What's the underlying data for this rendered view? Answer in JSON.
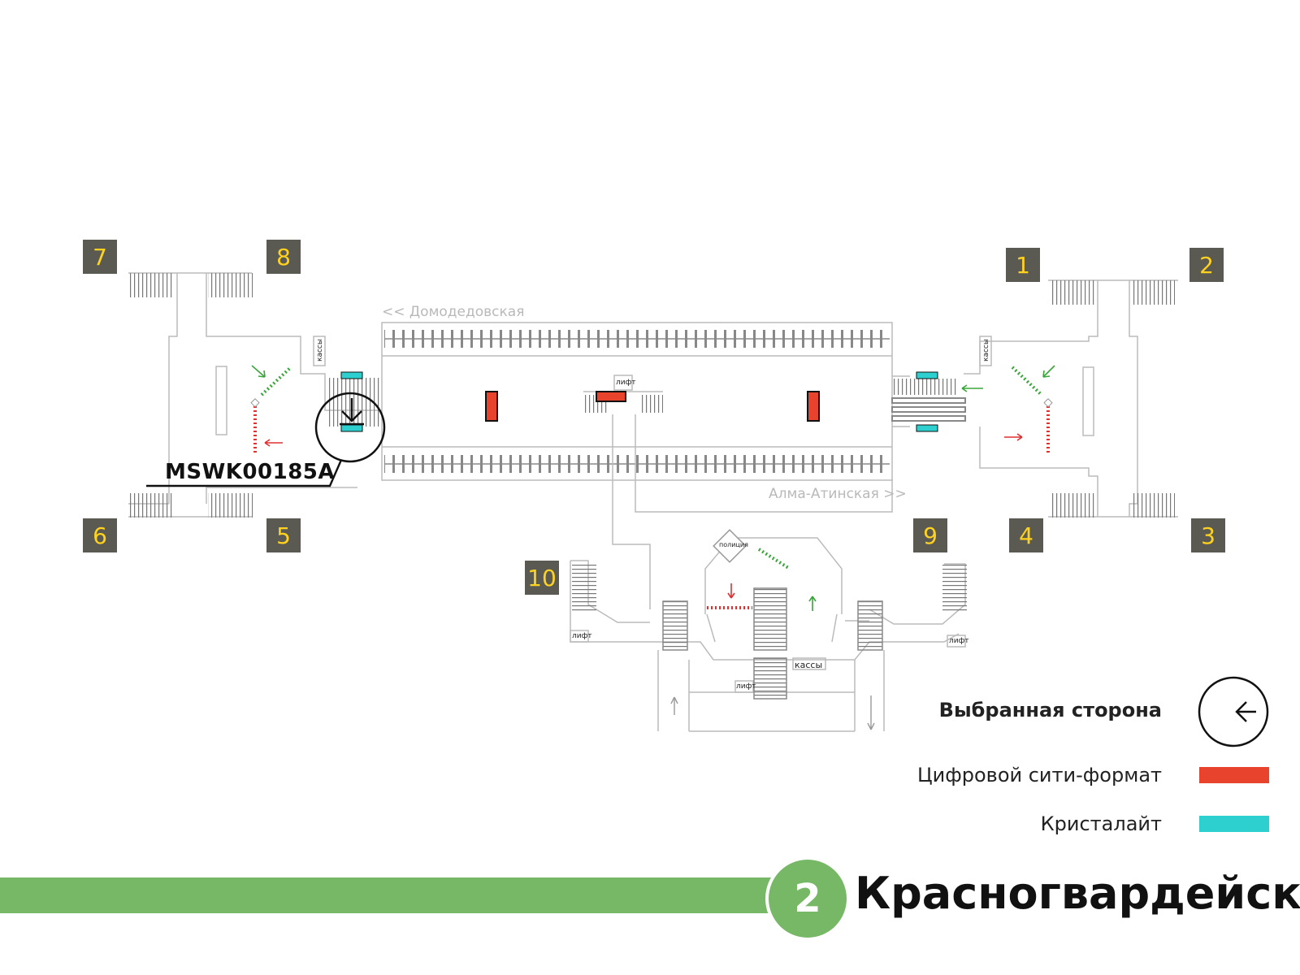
{
  "station": {
    "name": "Красногвардейская",
    "line_number": "2",
    "line_color": "#77b866"
  },
  "directions": {
    "top": "<< Домодедовская",
    "bottom": "Алма-Атинская >>"
  },
  "exits": [
    "1",
    "2",
    "3",
    "4",
    "5",
    "6",
    "7",
    "8",
    "9",
    "10"
  ],
  "labels": {
    "kassy": "кассы",
    "lift": "лифт",
    "police": "полиция"
  },
  "selected_code": "MSWK00185A",
  "legend": {
    "selected_side": "Выбранная сторона",
    "digital_city": "Цифровой сити-формат",
    "crystalight": "Кристалайт"
  },
  "colors": {
    "digital_city": "#e8432d",
    "crystalight": "#2ecfcf",
    "exit_box": "#5a5a52",
    "exit_text": "#ffd21f",
    "arrow_green": "#3aa53a",
    "arrow_red": "#e03030"
  },
  "icons": {
    "selected_side": "arrow-left-icon",
    "placement": "arrow-down-icon"
  }
}
